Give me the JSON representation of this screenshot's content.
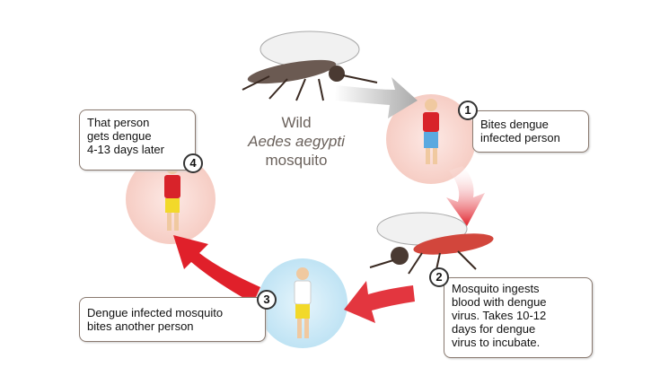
{
  "center_label": {
    "line1": "Wild",
    "line2": "Aedes aegypti",
    "line3": "mosquito"
  },
  "steps": [
    {
      "number": "1",
      "text": "Bites dengue\ninfected person"
    },
    {
      "number": "2",
      "text": "Mosquito ingests\nblood with dengue\nvirus. Takes 10-12\ndays for dengue\nvirus to incubate."
    },
    {
      "number": "3",
      "text": "Dengue infected mosquito\nbites another person"
    },
    {
      "number": "4",
      "text": "That person\ngets dengue\n4-13 days later"
    }
  ],
  "colors": {
    "arrow_red": "#e0202a",
    "arrow_gray": "#b5b5b5",
    "pink_circle": "#f9dcd6",
    "blue_circle": "#d3ecf8"
  }
}
